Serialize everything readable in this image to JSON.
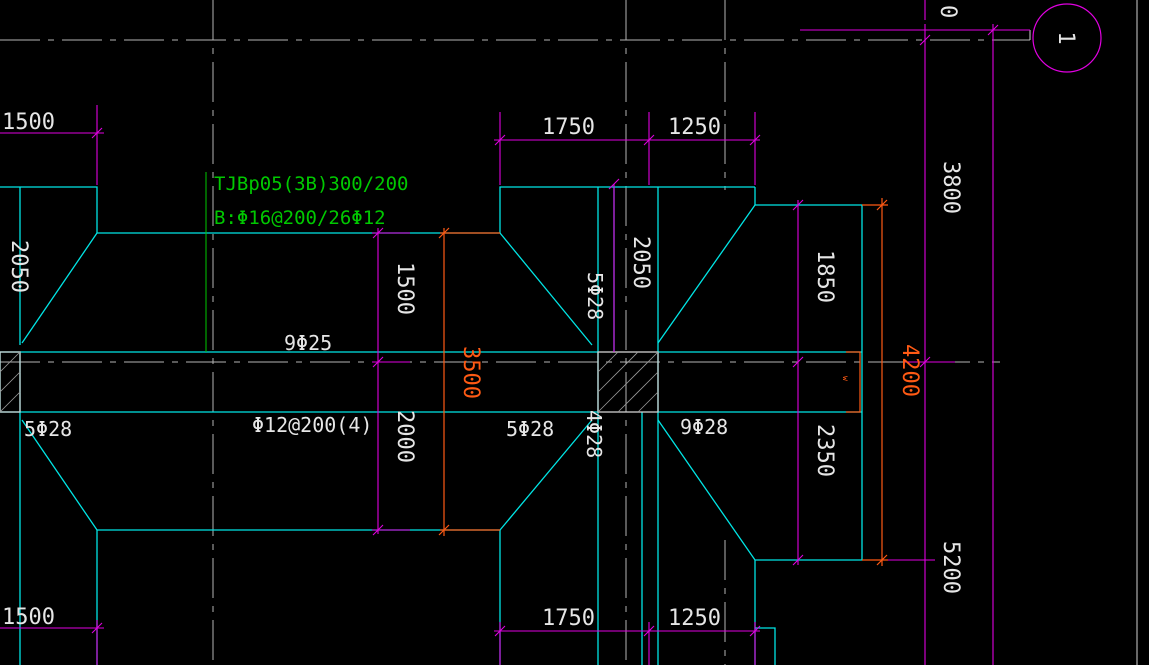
{
  "colors": {
    "background": "#000000",
    "foundation_outline": "#00e5e5",
    "dimension": "#e000e0",
    "dimension_orange": "#ff5a14",
    "annotation_green": "#00c800",
    "text": "#e6e6e6"
  },
  "grid_bubble": {
    "label": "1"
  },
  "clipped_label": "0",
  "dimensions": {
    "left_top": "1500",
    "mid_top_a": "1750",
    "mid_top_b": "1250",
    "left_bottom": "1500",
    "mid_bottom_a": "1750",
    "mid_bottom_b": "1250",
    "left_vertical": "2050",
    "beam_upper": "1500",
    "beam_lower": "2000",
    "beam_total": "3500",
    "col_vertical": "2050",
    "right_upper": "1850",
    "right_lower": "2350",
    "right_total": "4200",
    "far_upper": "3800",
    "far_lower": "5200"
  },
  "annotations": {
    "beam_code": "TJBp05(3B)300/200",
    "beam_bottom_bars": "B:Φ16@200/26Φ12",
    "top_bars": "9Φ25",
    "stirrups": "Φ12@200(4)",
    "left_bars": "5Φ28",
    "mid_bars": "5Φ28",
    "col_left_bars": "5Φ28",
    "col_right_bars": "4Φ28",
    "right_bars": "9Φ28",
    "small_mark": "w"
  }
}
